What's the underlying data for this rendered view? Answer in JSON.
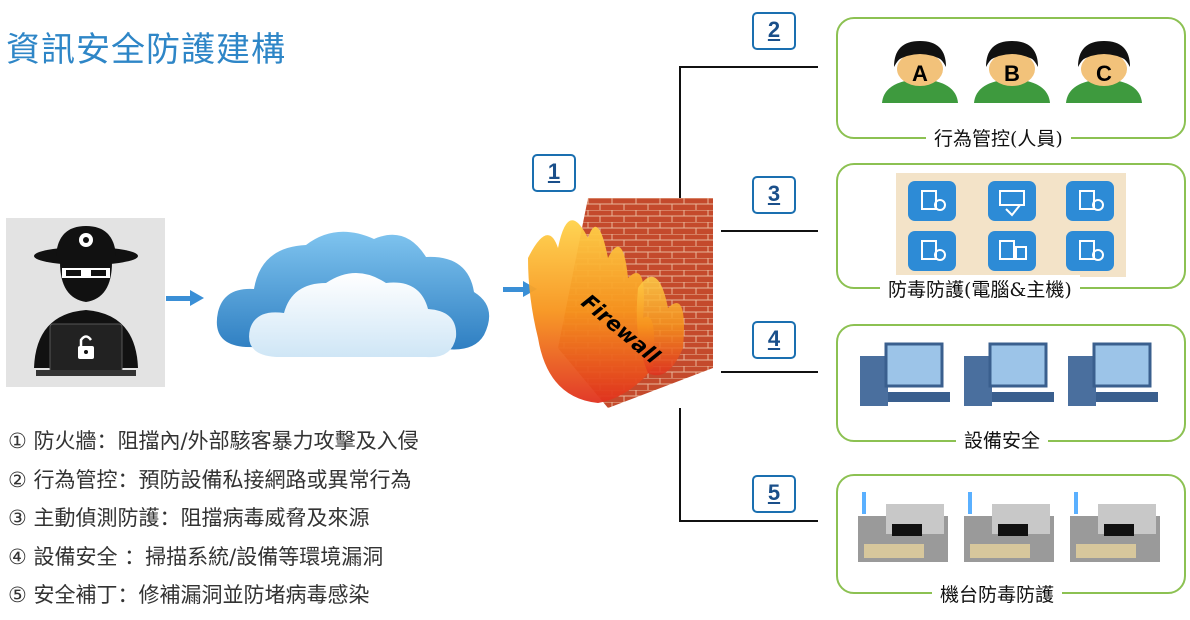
{
  "title": "資訊安全防護建構",
  "firewall": {
    "number": "1",
    "wall_text": "Firewall"
  },
  "branches": [
    {
      "number": "2",
      "label": "行為管控(人員)",
      "people": [
        "A",
        "B",
        "C"
      ]
    },
    {
      "number": "3",
      "label": "防毒防護(電腦&主機)"
    },
    {
      "number": "4",
      "label": "設備安全"
    },
    {
      "number": "5",
      "label": "機台防毒防護"
    }
  ],
  "legend": [
    "① 防火牆：阻擋內/外部駭客暴力攻擊及入侵",
    "② 行為管控：預防設備私接網路或異常行為",
    "③ 主動偵測防護：阻擋病毒威脅及來源",
    "④ 設備安全 ：掃描系統/設備等環境漏洞",
    "⑤ 安全補丁：修補漏洞並防堵病毒感染"
  ],
  "colors": {
    "title": "#2e86c7",
    "panel_border": "#8cc152",
    "number_border": "#1a6fb0",
    "arrow": "#3a8fd6"
  }
}
